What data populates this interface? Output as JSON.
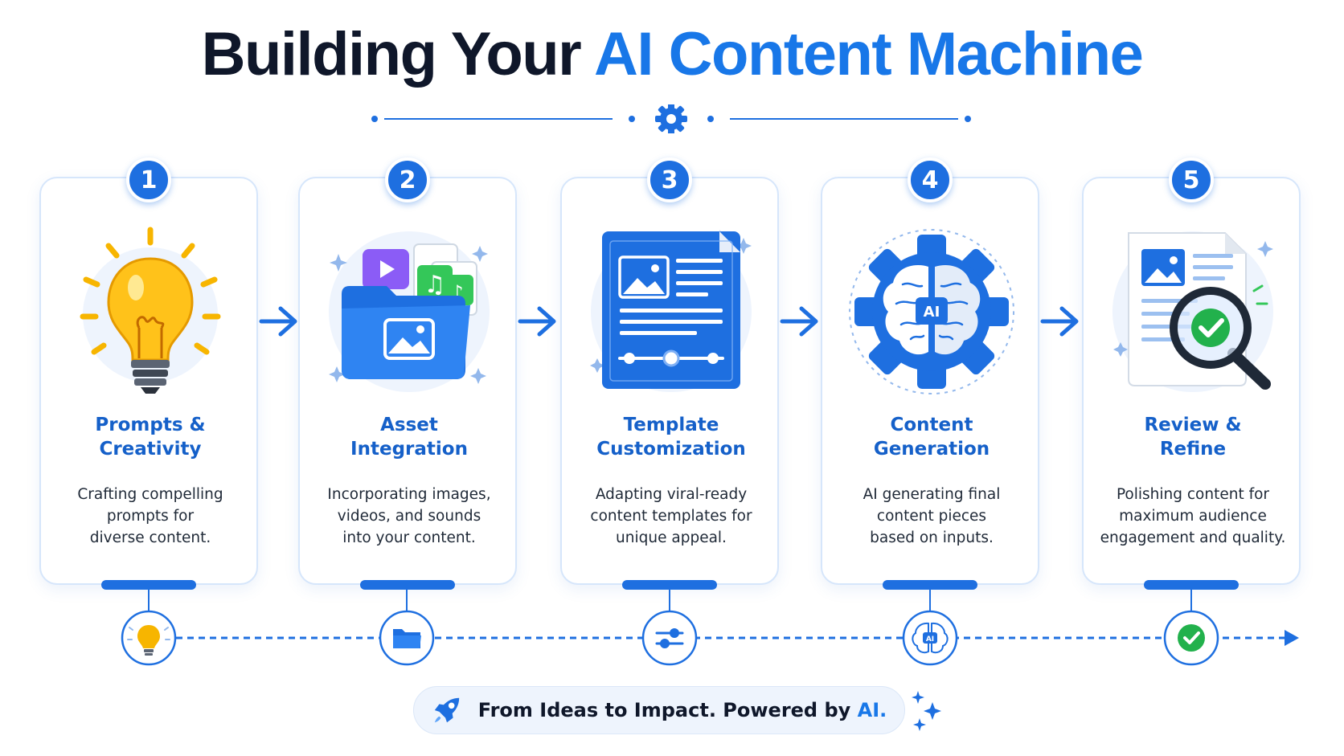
{
  "header": {
    "title_part1": "Building Your",
    "title_part2": "AI Content Machine"
  },
  "steps": [
    {
      "number": "1",
      "title": "Prompts &\nCreativity",
      "description": "Crafting compelling\nprompts for\ndiverse content.",
      "icon": "lightbulb-icon",
      "timeline_icon": "lightbulb-icon"
    },
    {
      "number": "2",
      "title": "Asset\nIntegration",
      "description": "Incorporating images,\nvideos, and sounds\ninto your content.",
      "icon": "media-folder-icon",
      "timeline_icon": "folder-icon"
    },
    {
      "number": "3",
      "title": "Template\nCustomization",
      "description": "Adapting viral-ready\ncontent templates for\nunique appeal.",
      "icon": "template-icon",
      "timeline_icon": "sliders-icon"
    },
    {
      "number": "4",
      "title": "Content\nGeneration",
      "description": "AI generating final\ncontent pieces\nbased on inputs.",
      "icon": "ai-brain-gear-icon",
      "timeline_icon": "ai-brain-icon",
      "icon_label": "AI"
    },
    {
      "number": "5",
      "title": "Review &\nRefine",
      "description": "Polishing content for\nmaximum audience\nengagement and quality.",
      "icon": "document-magnifier-check-icon",
      "timeline_icon": "check-icon"
    }
  ],
  "footer": {
    "tagline_main": "From Ideas to Impact. Powered by",
    "tagline_accent": "AI."
  },
  "colors": {
    "primary_blue": "#1e6fe0",
    "accent_blue": "#1877e8",
    "title_dark": "#0f172a",
    "bulb_yellow": "#f7b500",
    "check_green": "#22b14c"
  }
}
